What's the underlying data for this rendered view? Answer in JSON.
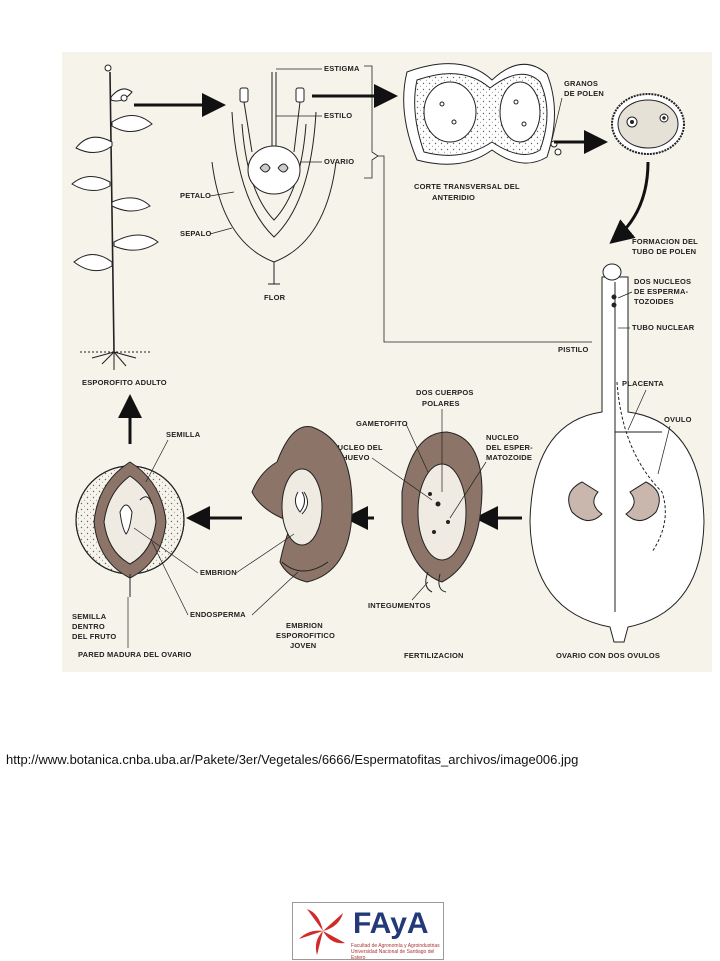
{
  "diagram": {
    "labels": {
      "estigma": "ESTIGMA",
      "estilo": "ESTILO",
      "ovario": "OVARIO",
      "petalo": "PETALO",
      "sepalo": "SEPALO",
      "flor": "FLOR",
      "esporofito_adulto": "ESPOROFITO ADULTO",
      "granos_l1": "GRANOS",
      "granos_l2": "DE POLEN",
      "corte_l1": "CORTE TRANSVERSAL DEL",
      "corte_l2": "ANTERIDIO",
      "formacion_l1": "FORMACION DEL",
      "formacion_l2": "TUBO DE POLEN",
      "dos_nucleos_l1": "DOS NUCLEOS",
      "dos_nucleos_l2": "DE ESPERMA-",
      "dos_nucleos_l3": "TOZOIDES",
      "tubo_nuclear": "TUBO NUCLEAR",
      "pistilo": "PISTILO",
      "placenta": "PLACENTA",
      "ovulo": "OVULO",
      "ovario_dos_ovulos": "OVARIO CON DOS OVULOS",
      "dos_cuerpos_l1": "DOS CUERPOS",
      "dos_cuerpos_l2": "POLARES",
      "gametofito": "GAMETOFITO",
      "nucleo_huevo_l1": "NUCLEO DEL",
      "nucleo_huevo_l2": "HUEVO",
      "nucleo_esperm_l1": "NUCLEO",
      "nucleo_esperm_l2": "DEL ESPER-",
      "nucleo_esperm_l3": "MATOZOIDE",
      "integumentos": "INTEGUMENTOS",
      "fertilizacion": "FERTILIZACION",
      "embrion_esp_l1": "EMBRION",
      "embrion_esp_l2": "ESPOROFITICO",
      "embrion_esp_l3": "JOVEN",
      "semilla": "SEMILLA",
      "embrion": "EMBRION",
      "endosperma": "ENDOSPERMA",
      "semilla_fruto_l1": "SEMILLA",
      "semilla_fruto_l2": "DENTRO",
      "semilla_fruto_l3": "DEL FRUTO",
      "pared_madura": "PARED MADURA DEL OVARIO"
    }
  },
  "source_url": "http://www.botanica.cnba.uba.ar/Pakete/3er/Vegetales/6666/Espermatofitas_archivos/image006.jpg",
  "logo": {
    "word": "FAyA",
    "subtitle": "Facultad de Agronomía y Agroindustrias Universidad Nacional de Santiago del Estero"
  },
  "colors": {
    "background": "#f6f3ea",
    "tissue_brown": "#8c7468",
    "logo_red": "#d12a2a",
    "logo_blue": "#223a78"
  }
}
